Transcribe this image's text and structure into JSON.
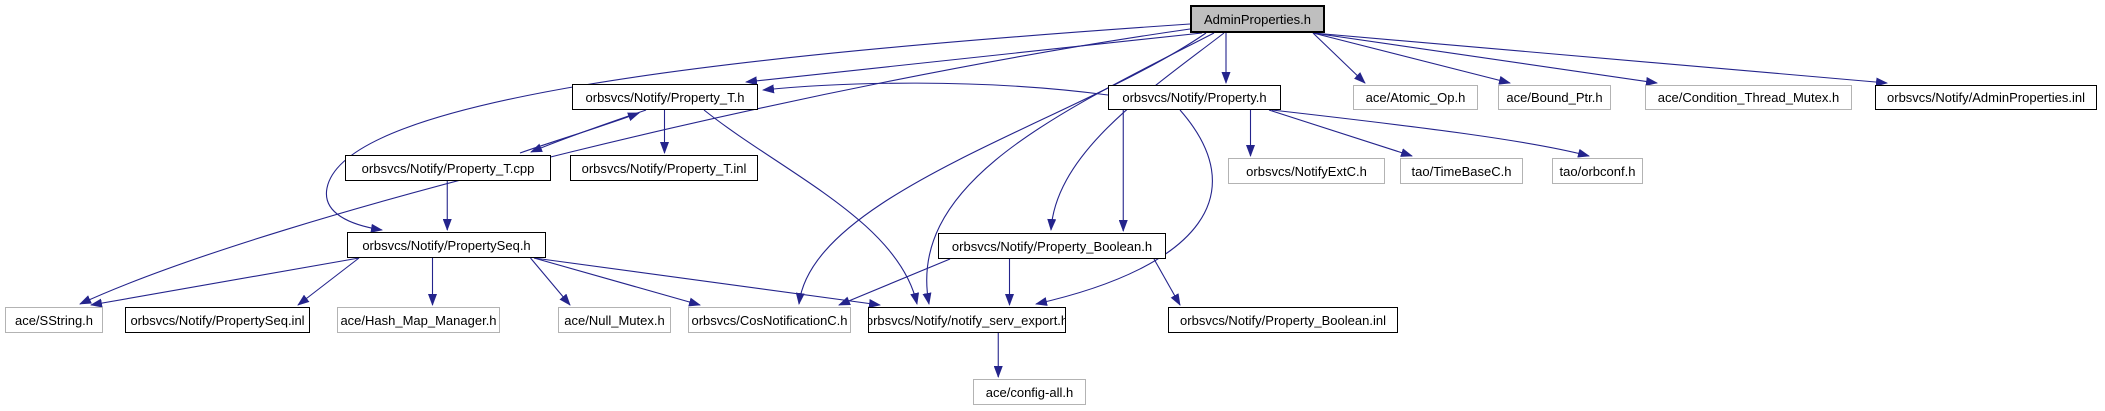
{
  "diagram": {
    "kind": "include-dependency-graph",
    "root_label": "AdminProperties.h",
    "colors": {
      "edge": "#24248c",
      "node_fill": "#ffffff",
      "root_fill": "#bfbfbf",
      "documented_border": "#000000",
      "external_border": "#b3b3b3",
      "text": "#000000",
      "background": "#ffffff"
    },
    "nodes": [
      {
        "id": "AdminProperties.h",
        "label": "AdminProperties.h",
        "kind": "root"
      },
      {
        "id": "orbsvcs/Notify/Property_T.h",
        "label": "orbsvcs/Notify/Property_T.h",
        "kind": "documented"
      },
      {
        "id": "orbsvcs/Notify/Property.h",
        "label": "orbsvcs/Notify/Property.h",
        "kind": "documented"
      },
      {
        "id": "ace/Atomic_Op.h",
        "label": "ace/Atomic_Op.h",
        "kind": "external"
      },
      {
        "id": "ace/Bound_Ptr.h",
        "label": "ace/Bound_Ptr.h",
        "kind": "external"
      },
      {
        "id": "ace/Condition_Thread_Mutex.h",
        "label": "ace/Condition_Thread_Mutex.h",
        "kind": "external"
      },
      {
        "id": "orbsvcs/Notify/AdminProperties.inl",
        "label": "orbsvcs/Notify/AdminProperties.inl",
        "kind": "documented"
      },
      {
        "id": "orbsvcs/Notify/Property_T.cpp",
        "label": "orbsvcs/Notify/Property_T.cpp",
        "kind": "documented"
      },
      {
        "id": "orbsvcs/Notify/Property_T.inl",
        "label": "orbsvcs/Notify/Property_T.inl",
        "kind": "documented"
      },
      {
        "id": "orbsvcs/NotifyExtC.h",
        "label": "orbsvcs/NotifyExtC.h",
        "kind": "external"
      },
      {
        "id": "tao/TimeBaseC.h",
        "label": "tao/TimeBaseC.h",
        "kind": "external"
      },
      {
        "id": "tao/orbconf.h",
        "label": "tao/orbconf.h",
        "kind": "external"
      },
      {
        "id": "orbsvcs/Notify/PropertySeq.h",
        "label": "orbsvcs/Notify/PropertySeq.h",
        "kind": "documented"
      },
      {
        "id": "orbsvcs/Notify/Property_Boolean.h",
        "label": "orbsvcs/Notify/Property_Boolean.h",
        "kind": "documented"
      },
      {
        "id": "ace/SString.h",
        "label": "ace/SString.h",
        "kind": "external"
      },
      {
        "id": "orbsvcs/Notify/PropertySeq.inl",
        "label": "orbsvcs/Notify/PropertySeq.inl",
        "kind": "documented"
      },
      {
        "id": "ace/Hash_Map_Manager.h",
        "label": "ace/Hash_Map_Manager.h",
        "kind": "external"
      },
      {
        "id": "ace/Null_Mutex.h",
        "label": "ace/Null_Mutex.h",
        "kind": "external"
      },
      {
        "id": "orbsvcs/CosNotificationC.h",
        "label": "orbsvcs/CosNotificationC.h",
        "kind": "external"
      },
      {
        "id": "orbsvcs/Notify/notify_serv_export.h",
        "label": "orbsvcs/Notify/notify_serv_export.h",
        "kind": "documented"
      },
      {
        "id": "orbsvcs/Notify/Property_Boolean.inl",
        "label": "orbsvcs/Notify/Property_Boolean.inl",
        "kind": "documented"
      },
      {
        "id": "ace/config-all.h",
        "label": "ace/config-all.h",
        "kind": "external"
      }
    ],
    "edges": [
      {
        "from": "AdminProperties.h",
        "to": "orbsvcs/Notify/Property_T.h"
      },
      {
        "from": "AdminProperties.h",
        "to": "orbsvcs/Notify/Property.h"
      },
      {
        "from": "AdminProperties.h",
        "to": "ace/Atomic_Op.h"
      },
      {
        "from": "AdminProperties.h",
        "to": "ace/Bound_Ptr.h"
      },
      {
        "from": "AdminProperties.h",
        "to": "ace/Condition_Thread_Mutex.h"
      },
      {
        "from": "AdminProperties.h",
        "to": "orbsvcs/Notify/AdminProperties.inl"
      },
      {
        "from": "AdminProperties.h",
        "to": "ace/SString.h"
      },
      {
        "from": "AdminProperties.h",
        "to": "orbsvcs/Notify/PropertySeq.h"
      },
      {
        "from": "AdminProperties.h",
        "to": "orbsvcs/CosNotificationC.h"
      },
      {
        "from": "AdminProperties.h",
        "to": "orbsvcs/Notify/notify_serv_export.h"
      },
      {
        "from": "AdminProperties.h",
        "to": "orbsvcs/Notify/Property_Boolean.h"
      },
      {
        "from": "orbsvcs/Notify/Property_T.h",
        "to": "orbsvcs/Notify/Property_T.cpp"
      },
      {
        "from": "orbsvcs/Notify/Property_T.h",
        "to": "orbsvcs/Notify/Property_T.inl"
      },
      {
        "from": "orbsvcs/Notify/Property_T.h",
        "to": "orbsvcs/Notify/notify_serv_export.h"
      },
      {
        "from": "orbsvcs/Notify/Property_T.cpp",
        "to": "orbsvcs/Notify/Property_T.h"
      },
      {
        "from": "orbsvcs/Notify/Property_T.cpp",
        "to": "orbsvcs/Notify/PropertySeq.h"
      },
      {
        "from": "orbsvcs/Notify/Property.h",
        "to": "orbsvcs/Notify/Property_T.h"
      },
      {
        "from": "orbsvcs/Notify/Property.h",
        "to": "orbsvcs/Notify/Property_Boolean.h"
      },
      {
        "from": "orbsvcs/Notify/Property.h",
        "to": "orbsvcs/NotifyExtC.h"
      },
      {
        "from": "orbsvcs/Notify/Property.h",
        "to": "tao/TimeBaseC.h"
      },
      {
        "from": "orbsvcs/Notify/Property.h",
        "to": "tao/orbconf.h"
      },
      {
        "from": "orbsvcs/Notify/Property.h",
        "to": "orbsvcs/Notify/notify_serv_export.h"
      },
      {
        "from": "orbsvcs/Notify/PropertySeq.h",
        "to": "ace/SString.h"
      },
      {
        "from": "orbsvcs/Notify/PropertySeq.h",
        "to": "orbsvcs/Notify/PropertySeq.inl"
      },
      {
        "from": "orbsvcs/Notify/PropertySeq.h",
        "to": "ace/Hash_Map_Manager.h"
      },
      {
        "from": "orbsvcs/Notify/PropertySeq.h",
        "to": "ace/Null_Mutex.h"
      },
      {
        "from": "orbsvcs/Notify/PropertySeq.h",
        "to": "orbsvcs/CosNotificationC.h"
      },
      {
        "from": "orbsvcs/Notify/PropertySeq.h",
        "to": "orbsvcs/Notify/notify_serv_export.h"
      },
      {
        "from": "orbsvcs/Notify/Property_Boolean.h",
        "to": "orbsvcs/CosNotificationC.h"
      },
      {
        "from": "orbsvcs/Notify/Property_Boolean.h",
        "to": "orbsvcs/Notify/notify_serv_export.h"
      },
      {
        "from": "orbsvcs/Notify/Property_Boolean.h",
        "to": "orbsvcs/Notify/Property_Boolean.inl"
      },
      {
        "from": "orbsvcs/Notify/notify_serv_export.h",
        "to": "ace/config-all.h"
      }
    ]
  }
}
